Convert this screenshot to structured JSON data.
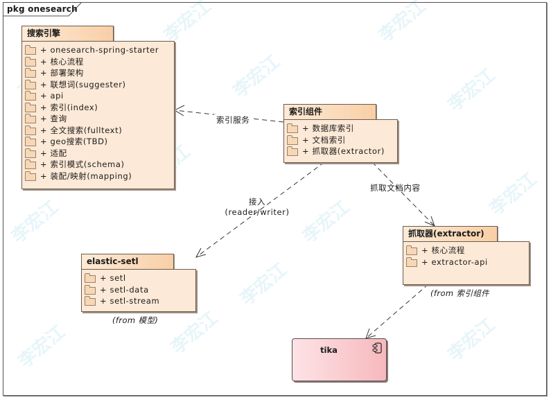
{
  "frame": {
    "label": "pkg onesearch"
  },
  "packages": {
    "search_engine": {
      "title": "搜索引擎",
      "items": [
        "+ onesearch-spring-starter",
        "+ 核心流程",
        "+ 部署架构",
        "+ 联想词(suggester)",
        "+ api",
        "+ 索引(index)",
        "+ 查询",
        "+ 全文搜索(fulltext)",
        "+ geo搜索(TBD)",
        "+ 适配",
        "+ 索引模式(schema)",
        "+ 装配/映射(mapping)"
      ]
    },
    "index_component": {
      "title": "索引组件",
      "items": [
        "+ 数据库索引",
        "+ 文档索引",
        "+ 抓取器(extractor)"
      ]
    },
    "extractor": {
      "title": "抓取器(extractor)",
      "items": [
        "+ 核心流程",
        "+ extractor-api"
      ],
      "from_note": "(from 索引组件"
    },
    "elastic_setl": {
      "title": "elastic-setl",
      "items": [
        "+ setl",
        "+ setl-data",
        "+ setl-stream"
      ],
      "from_note": "(from 模型)"
    }
  },
  "component": {
    "name": "tika",
    "icon": "component-icon"
  },
  "connectors": {
    "index_service": "索引服务",
    "access_line1": "接入",
    "access_line2": "(reader/writer)",
    "extract_content": "抓取文档内容"
  },
  "watermark": "李宏江",
  "colors": {
    "package_fill": "#fde9d7",
    "package_tab_gradient_end": "#f8cfa6",
    "component_fill": "#f6b9bd",
    "border": "#6b5b4d"
  }
}
